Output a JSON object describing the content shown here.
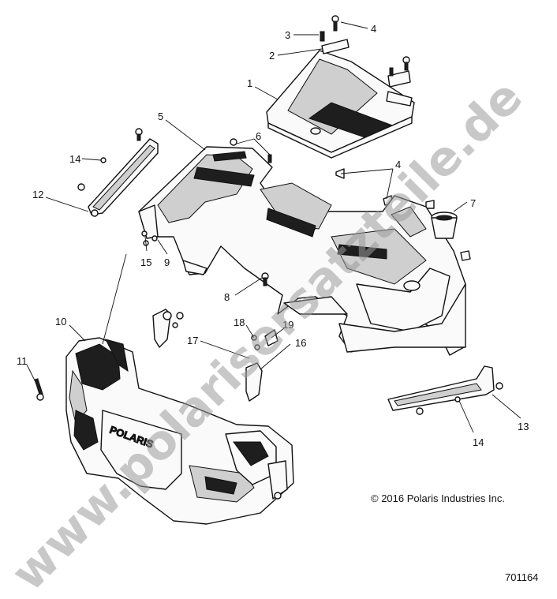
{
  "callouts": [
    {
      "label": "1"
    },
    {
      "label": "2"
    },
    {
      "label": "3"
    },
    {
      "label": "4"
    },
    {
      "label": "4"
    },
    {
      "label": "5"
    },
    {
      "label": "6"
    },
    {
      "label": "7"
    },
    {
      "label": "8"
    },
    {
      "label": "9"
    },
    {
      "label": "10"
    },
    {
      "label": "11"
    },
    {
      "label": "12"
    },
    {
      "label": "13"
    },
    {
      "label": "14"
    },
    {
      "label": "14"
    },
    {
      "label": "15"
    },
    {
      "label": "16"
    },
    {
      "label": "17"
    },
    {
      "label": "18"
    },
    {
      "label": "19"
    }
  ],
  "copyright": "© 2016 Polaris Industries Inc.",
  "drawing_number": "701164",
  "watermark": "www.polarisersatzteile.de",
  "brand_mark": "POLARIS"
}
